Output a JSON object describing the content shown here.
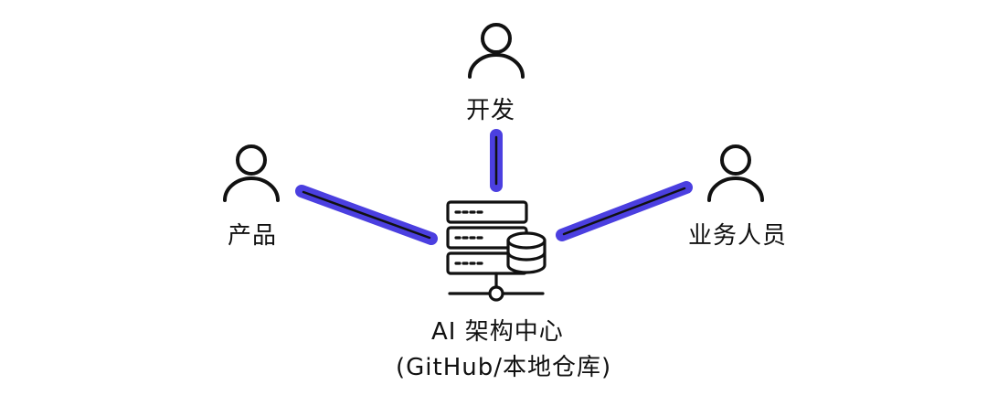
{
  "colors": {
    "connector": "#4b3fe0",
    "stroke": "#111111",
    "background": "#ffffff"
  },
  "nodes": {
    "developer": {
      "label": "开发",
      "icon": "person-icon"
    },
    "product": {
      "label": "产品",
      "icon": "person-icon"
    },
    "business": {
      "label": "业务人员",
      "icon": "person-icon"
    },
    "hub": {
      "title": "AI 架构中心",
      "subtitle": "(GitHub/本地仓库)",
      "icon": "server-database-icon"
    }
  },
  "edges": [
    {
      "from": "developer",
      "to": "hub"
    },
    {
      "from": "product",
      "to": "hub"
    },
    {
      "from": "business",
      "to": "hub"
    }
  ]
}
